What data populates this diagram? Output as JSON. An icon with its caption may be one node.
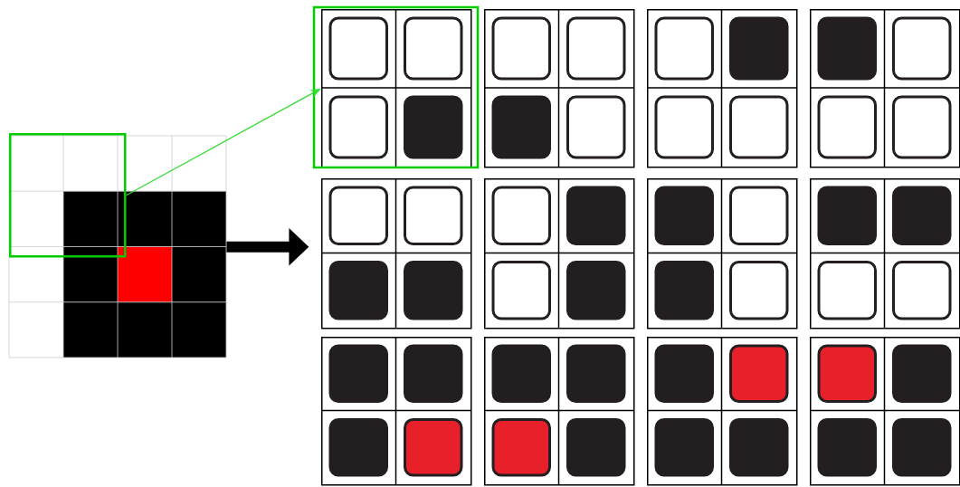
{
  "diagram": {
    "nodes": [
      {
        "text": [],
        "shape": "picture"
      },
      {
        "text": [],
        "shape": "box",
        "in": 0
      },
      {
        "text": [],
        "shape": "box"
      },
      {
        "text": [],
        "shape": "box"
      },
      {
        "text": [],
        "shape": "box"
      },
      {
        "text": [],
        "shape": "box"
      },
      {
        "text": [],
        "shape": "box"
      },
      {
        "text": [],
        "shape": "box"
      },
      {
        "text": [],
        "shape": "box"
      },
      {
        "text": [],
        "shape": "box"
      },
      {
        "text": [],
        "shape": "box"
      },
      {
        "text": [],
        "shape": "box"
      },
      {
        "text": [],
        "shape": "box"
      },
      {
        "text": [],
        "shape": "box"
      }
    ],
    "edges": [
      {
        "from": 1,
        "to": 2,
        "arrow": "to",
        "color": "#33dd33"
      },
      {
        "from": 0,
        "to": null,
        "arrow": "to",
        "style": "thick",
        "color": "#000000"
      }
    ]
  }
}
